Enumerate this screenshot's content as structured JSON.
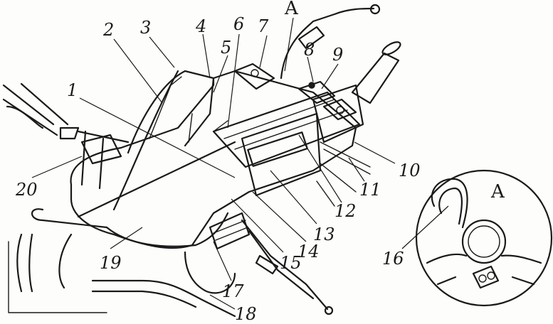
{
  "callouts": [
    {
      "id": "1",
      "text": "1"
    },
    {
      "id": "2",
      "text": "2"
    },
    {
      "id": "3",
      "text": "3"
    },
    {
      "id": "4",
      "text": "4"
    },
    {
      "id": "5",
      "text": "5"
    },
    {
      "id": "6",
      "text": "6"
    },
    {
      "id": "7",
      "text": "7"
    },
    {
      "id": "8",
      "text": "8"
    },
    {
      "id": "9",
      "text": "9"
    },
    {
      "id": "10",
      "text": "10"
    },
    {
      "id": "11",
      "text": "11"
    },
    {
      "id": "12",
      "text": "12"
    },
    {
      "id": "13",
      "text": "13"
    },
    {
      "id": "14",
      "text": "14"
    },
    {
      "id": "15",
      "text": "15"
    },
    {
      "id": "16",
      "text": "16"
    },
    {
      "id": "17",
      "text": "17"
    },
    {
      "id": "18",
      "text": "18"
    },
    {
      "id": "19",
      "text": "19"
    },
    {
      "id": "20",
      "text": "20"
    }
  ],
  "detail": {
    "letter": "A",
    "inset_letter": "A"
  },
  "colors": {
    "ink": "#1a1a1a",
    "paper": "#fdfdfb"
  }
}
